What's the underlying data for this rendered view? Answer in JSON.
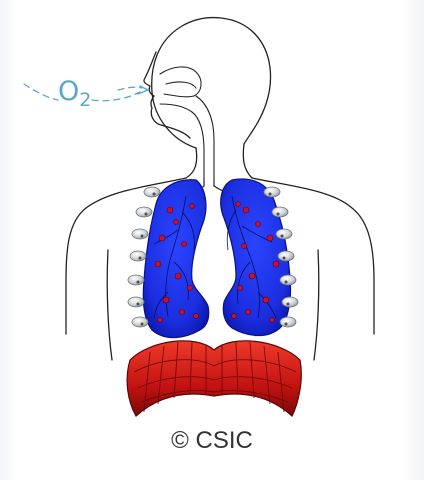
{
  "diagram": {
    "breath_label": {
      "main": "O",
      "subscript": "2"
    },
    "copyright": "© CSIC",
    "colors": {
      "outline": "#222222",
      "lungs": "#1c2fe0",
      "lungs_dark": "#0a14a8",
      "alveoli": "#c8102e",
      "diaphragm": "#d41a1a",
      "diaphragm_dark": "#7a0808",
      "airflow": "#5aa6cf",
      "sensor": "#cfd3d6"
    },
    "icons": [
      "airflow-arrow-icon",
      "sensor-icon"
    ]
  }
}
